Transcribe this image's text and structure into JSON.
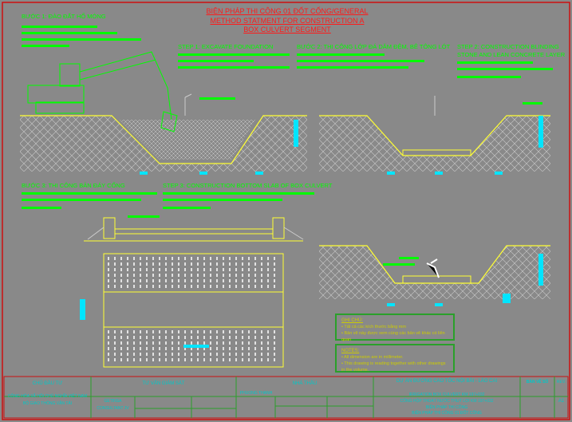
{
  "title": {
    "line1": "BIỆN PHÁP THI CÔNG 01 ĐỐT CỐNG/GENERAL",
    "line2": "METHOD STATMENT FOR CONSTRUCTION A",
    "line3": "BOX CULVERT SEGMENT"
  },
  "steps": {
    "step1_vi": "BƯỚC 1: ĐÀO ĐẤT HỐ MÓNG",
    "step1_en": "STEP 1: EXCAVATE FOUNDATION",
    "step2_vi": "BƯỚC 2: THI CÔNG LỚP ĐÁ DĂM ĐỆM, BÊ TÔNG LÓT",
    "step2_en_1": "STEP 2: CONSTRUCTION BLINDING",
    "step2_en_2": "STONE AND LEAN CONCRETE LAYER",
    "step3_vi": "BƯỚC 3: THI CÔNG BẢN ĐÁY CỐNG",
    "step3_en": "STEP 3: CONSTRUCTION BOTTOM SLAB OF BOX CULVERT"
  },
  "notes_vi": {
    "title": "GHI CHÚ:",
    "items": [
      "Tất cả các kích thước bằng mm",
      "Bản vẽ này được xem cùng các bản vẽ khác có liên quan"
    ]
  },
  "notes_en": {
    "title": "NOTES:",
    "items": [
      "All dimension are in millimeter.",
      "This drawing is reading together with other drawings in the volume."
    ]
  },
  "title_block": {
    "owner_label": "CHỦ ĐẦU TƯ",
    "owner_1": "CỘNG HÒA XÃ HỘI CHỦ NGHĨA VIỆT NAM",
    "owner_2": "BỘ GIAO THÔNG VẬN TẢI",
    "supervisor_label": "TƯ VẤN GIÁM SÁT",
    "supervisor_1": "GETINSA",
    "supervisor_2": "CONSULTANT JV",
    "contractor_label": "NHÀ THẦU",
    "contractor_1": "PHUONG THANH",
    "project": "DỰ ÁN ĐƯỜNG CAO TỐC NỘI BÀI - LÀO CAI",
    "desc_1": "IRRIGATION BOX CULVERT KM 197+032",
    "desc_2": "CỐNG HỘP THOÁT NƯỚC THUỶ LỢI KM 197+032",
    "desc_3": "BIỆN PHÁP THI CÔNG",
    "desc_4": "BIỆN PHÁP THI CÔNG 01 ĐỐT CỐNG",
    "drawing_no_label": "BẢN VẼ SỐ",
    "rev_label": "REV.",
    "rev": "A1"
  },
  "colors": {
    "bg": "#898989",
    "frame": "#cc1111",
    "green": "#00ff00",
    "yellow": "#ffff33",
    "cyan": "#00e5ff"
  }
}
